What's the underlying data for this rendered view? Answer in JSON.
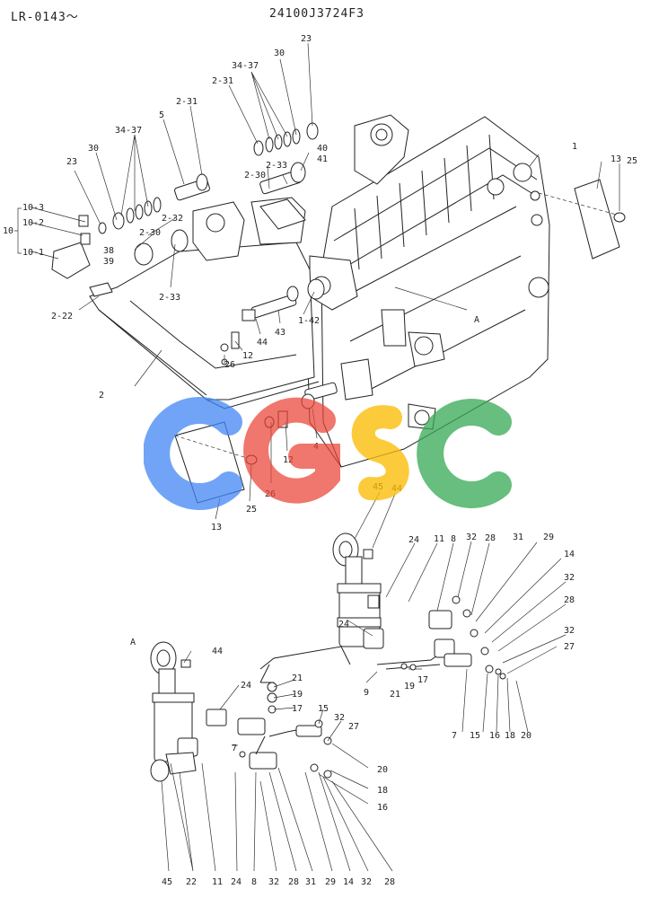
{
  "header": {
    "serial": "LR-0143～",
    "part_no": "24100J3724F3"
  },
  "watermark": {
    "text": "CGSC",
    "colors": [
      "#4285F4",
      "#EA4335",
      "#FBBC05",
      "#34A853"
    ]
  },
  "labels": [
    {
      "id": "l23a",
      "text": "23"
    },
    {
      "id": "l30a",
      "text": "30"
    },
    {
      "id": "l3437a",
      "text": "34-37"
    },
    {
      "id": "l231a",
      "text": "2-31"
    },
    {
      "id": "l40",
      "text": "40"
    },
    {
      "id": "l41",
      "text": "41"
    },
    {
      "id": "l233a",
      "text": "2-33"
    },
    {
      "id": "l230a",
      "text": "2-30"
    },
    {
      "id": "l1",
      "text": "1"
    },
    {
      "id": "l13a",
      "text": "13"
    },
    {
      "id": "l25a",
      "text": "25"
    },
    {
      "id": "l5",
      "text": "5"
    },
    {
      "id": "l231b",
      "text": "2-31"
    },
    {
      "id": "l3437b",
      "text": "34-37"
    },
    {
      "id": "l30b",
      "text": "30"
    },
    {
      "id": "l23b",
      "text": "23"
    },
    {
      "id": "l103",
      "text": "10-3"
    },
    {
      "id": "l102",
      "text": "10-2"
    },
    {
      "id": "l10",
      "text": "10"
    },
    {
      "id": "l101",
      "text": "10-1"
    },
    {
      "id": "l232",
      "text": "2-32"
    },
    {
      "id": "l230b",
      "text": "2-30"
    },
    {
      "id": "l38",
      "text": "38"
    },
    {
      "id": "l39",
      "text": "39"
    },
    {
      "id": "l233b",
      "text": "2-33"
    },
    {
      "id": "l222",
      "text": "2-22"
    },
    {
      "id": "lA1",
      "text": "A"
    },
    {
      "id": "l142",
      "text": "1-42"
    },
    {
      "id": "l43",
      "text": "43"
    },
    {
      "id": "l44a",
      "text": "44"
    },
    {
      "id": "l12a",
      "text": "12"
    },
    {
      "id": "l26a",
      "text": "26"
    },
    {
      "id": "l2",
      "text": "2"
    },
    {
      "id": "l4",
      "text": "4"
    },
    {
      "id": "l12b",
      "text": "12"
    },
    {
      "id": "l26b",
      "text": "26"
    },
    {
      "id": "l25b",
      "text": "25"
    },
    {
      "id": "l13b",
      "text": "13"
    },
    {
      "id": "l45a",
      "text": "45"
    },
    {
      "id": "l44b",
      "text": "44"
    },
    {
      "id": "l24a",
      "text": "24"
    },
    {
      "id": "l11a",
      "text": "11"
    },
    {
      "id": "l8a",
      "text": "8"
    },
    {
      "id": "l32a",
      "text": "32"
    },
    {
      "id": "l28a",
      "text": "28"
    },
    {
      "id": "l31a",
      "text": "31"
    },
    {
      "id": "l29a",
      "text": "29"
    },
    {
      "id": "l14a",
      "text": "14"
    },
    {
      "id": "l32b",
      "text": "32"
    },
    {
      "id": "l28b",
      "text": "28"
    },
    {
      "id": "l24b",
      "text": "24"
    },
    {
      "id": "l32c",
      "text": "32"
    },
    {
      "id": "l27a",
      "text": "27"
    },
    {
      "id": "lA2",
      "text": "A"
    },
    {
      "id": "l44c",
      "text": "44"
    },
    {
      "id": "l21a",
      "text": "21"
    },
    {
      "id": "l19a",
      "text": "19"
    },
    {
      "id": "l17a",
      "text": "17"
    },
    {
      "id": "l21b",
      "text": "21"
    },
    {
      "id": "l19b",
      "text": "19"
    },
    {
      "id": "l17b",
      "text": "17"
    },
    {
      "id": "l9",
      "text": "9"
    },
    {
      "id": "l7a",
      "text": "7"
    },
    {
      "id": "l15a",
      "text": "15"
    },
    {
      "id": "l16a",
      "text": "16"
    },
    {
      "id": "l18a",
      "text": "18"
    },
    {
      "id": "l20a",
      "text": "20"
    },
    {
      "id": "l24c",
      "text": "24"
    },
    {
      "id": "l15b",
      "text": "15"
    },
    {
      "id": "l32d",
      "text": "32"
    },
    {
      "id": "l27b",
      "text": "27"
    },
    {
      "id": "l7b",
      "text": "7"
    },
    {
      "id": "l20b",
      "text": "20"
    },
    {
      "id": "l18b",
      "text": "18"
    },
    {
      "id": "l16b",
      "text": "16"
    },
    {
      "id": "l45b",
      "text": "45"
    },
    {
      "id": "l22",
      "text": "22"
    },
    {
      "id": "l11b",
      "text": "11"
    },
    {
      "id": "l24d",
      "text": "24"
    },
    {
      "id": "l8b",
      "text": "8"
    },
    {
      "id": "l32e",
      "text": "32"
    },
    {
      "id": "l28c",
      "text": "28"
    },
    {
      "id": "l31b",
      "text": "31"
    },
    {
      "id": "l29b",
      "text": "29"
    },
    {
      "id": "l14b",
      "text": "14"
    },
    {
      "id": "l32f",
      "text": "32"
    },
    {
      "id": "l28d",
      "text": "28"
    }
  ]
}
